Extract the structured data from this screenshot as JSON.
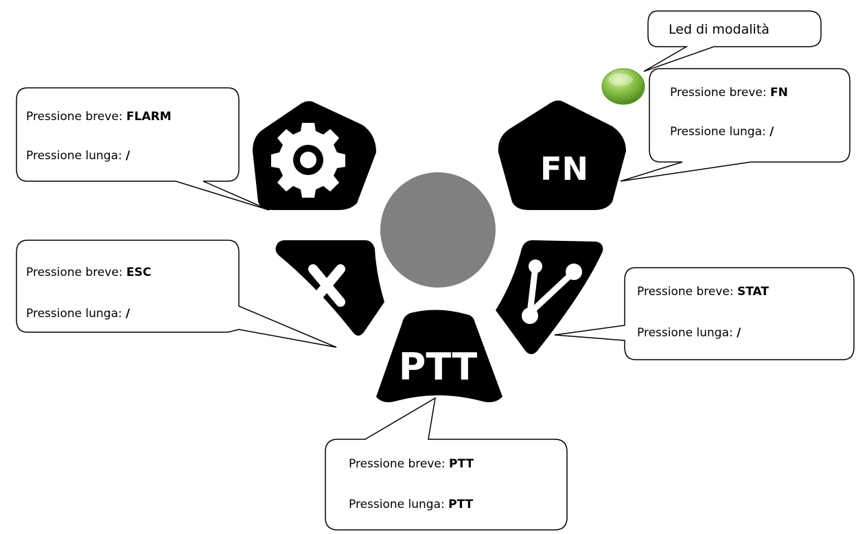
{
  "led": {
    "label": "Led di modalità",
    "color": "#7fba3c"
  },
  "center_button": {
    "color": "#808080"
  },
  "buttons": {
    "settings": {
      "icon": "gear-icon"
    },
    "fn": {
      "label": "FN",
      "icon": "fn-text-icon"
    },
    "esc": {
      "icon": "close-icon"
    },
    "stat": {
      "icon": "stats-graph-icon"
    },
    "ptt": {
      "label": "PTT",
      "icon": "ptt-text-icon"
    }
  },
  "callouts": {
    "settings": {
      "short_prefix": "Pressione breve: ",
      "short_value": "FLARM",
      "long_prefix": "Pressione lunga: ",
      "long_value": "/"
    },
    "fn": {
      "short_prefix": "Pressione breve: ",
      "short_value": "FN",
      "long_prefix": "Pressione lunga: ",
      "long_value": "/"
    },
    "esc": {
      "short_prefix": "Pressione breve: ",
      "short_value": "ESC",
      "long_prefix": "Pressione lunga: ",
      "long_value": "/"
    },
    "stat": {
      "short_prefix": "Pressione breve: ",
      "short_value": "STAT",
      "long_prefix": "Pressione lunga: ",
      "long_value": "/"
    },
    "ptt": {
      "short_prefix": "Pressione breve: ",
      "short_value": "PTT",
      "long_prefix": "Pressione lunga: ",
      "long_value": "PTT"
    }
  }
}
